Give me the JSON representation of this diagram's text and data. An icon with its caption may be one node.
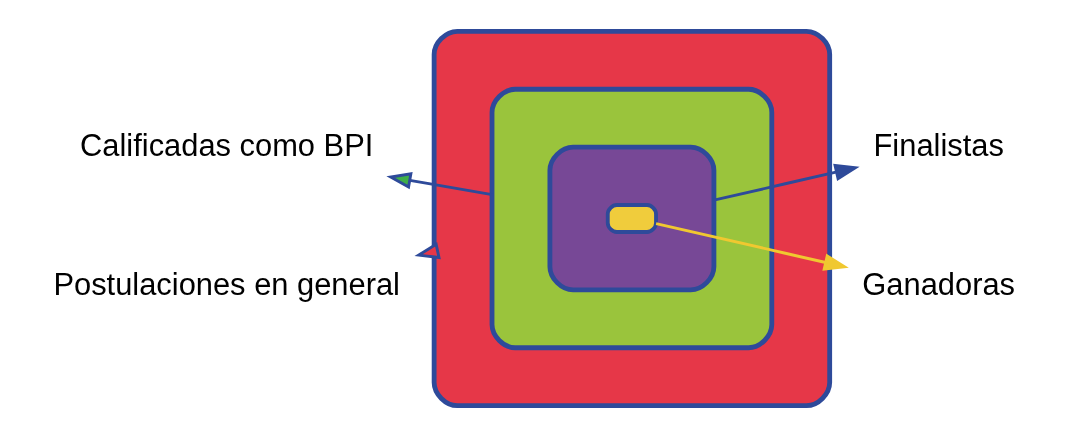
{
  "diagram": {
    "nodes": [
      {
        "text": [],
        "shape": "box"
      },
      {
        "text": [],
        "shape": "box",
        "in": 0
      },
      {
        "text": [],
        "shape": "box",
        "in": 1
      },
      {
        "text": [],
        "shape": "box",
        "in": 2
      },
      {
        "text": [
          "Calificadas como BPI"
        ]
      },
      {
        "text": [
          "Postulaciones en general"
        ]
      },
      {
        "text": [
          "Finalistas"
        ]
      },
      {
        "text": [
          "Ganadoras"
        ]
      }
    ],
    "edges": [
      {
        "from": 1,
        "to": 4,
        "arrow": "to"
      },
      {
        "from": 0,
        "to": 5,
        "arrow": "to"
      },
      {
        "from": 2,
        "to": 6,
        "arrow": "to"
      },
      {
        "from": 3,
        "to": 7,
        "arrow": "to",
        "color": "#f0c830"
      }
    ]
  }
}
